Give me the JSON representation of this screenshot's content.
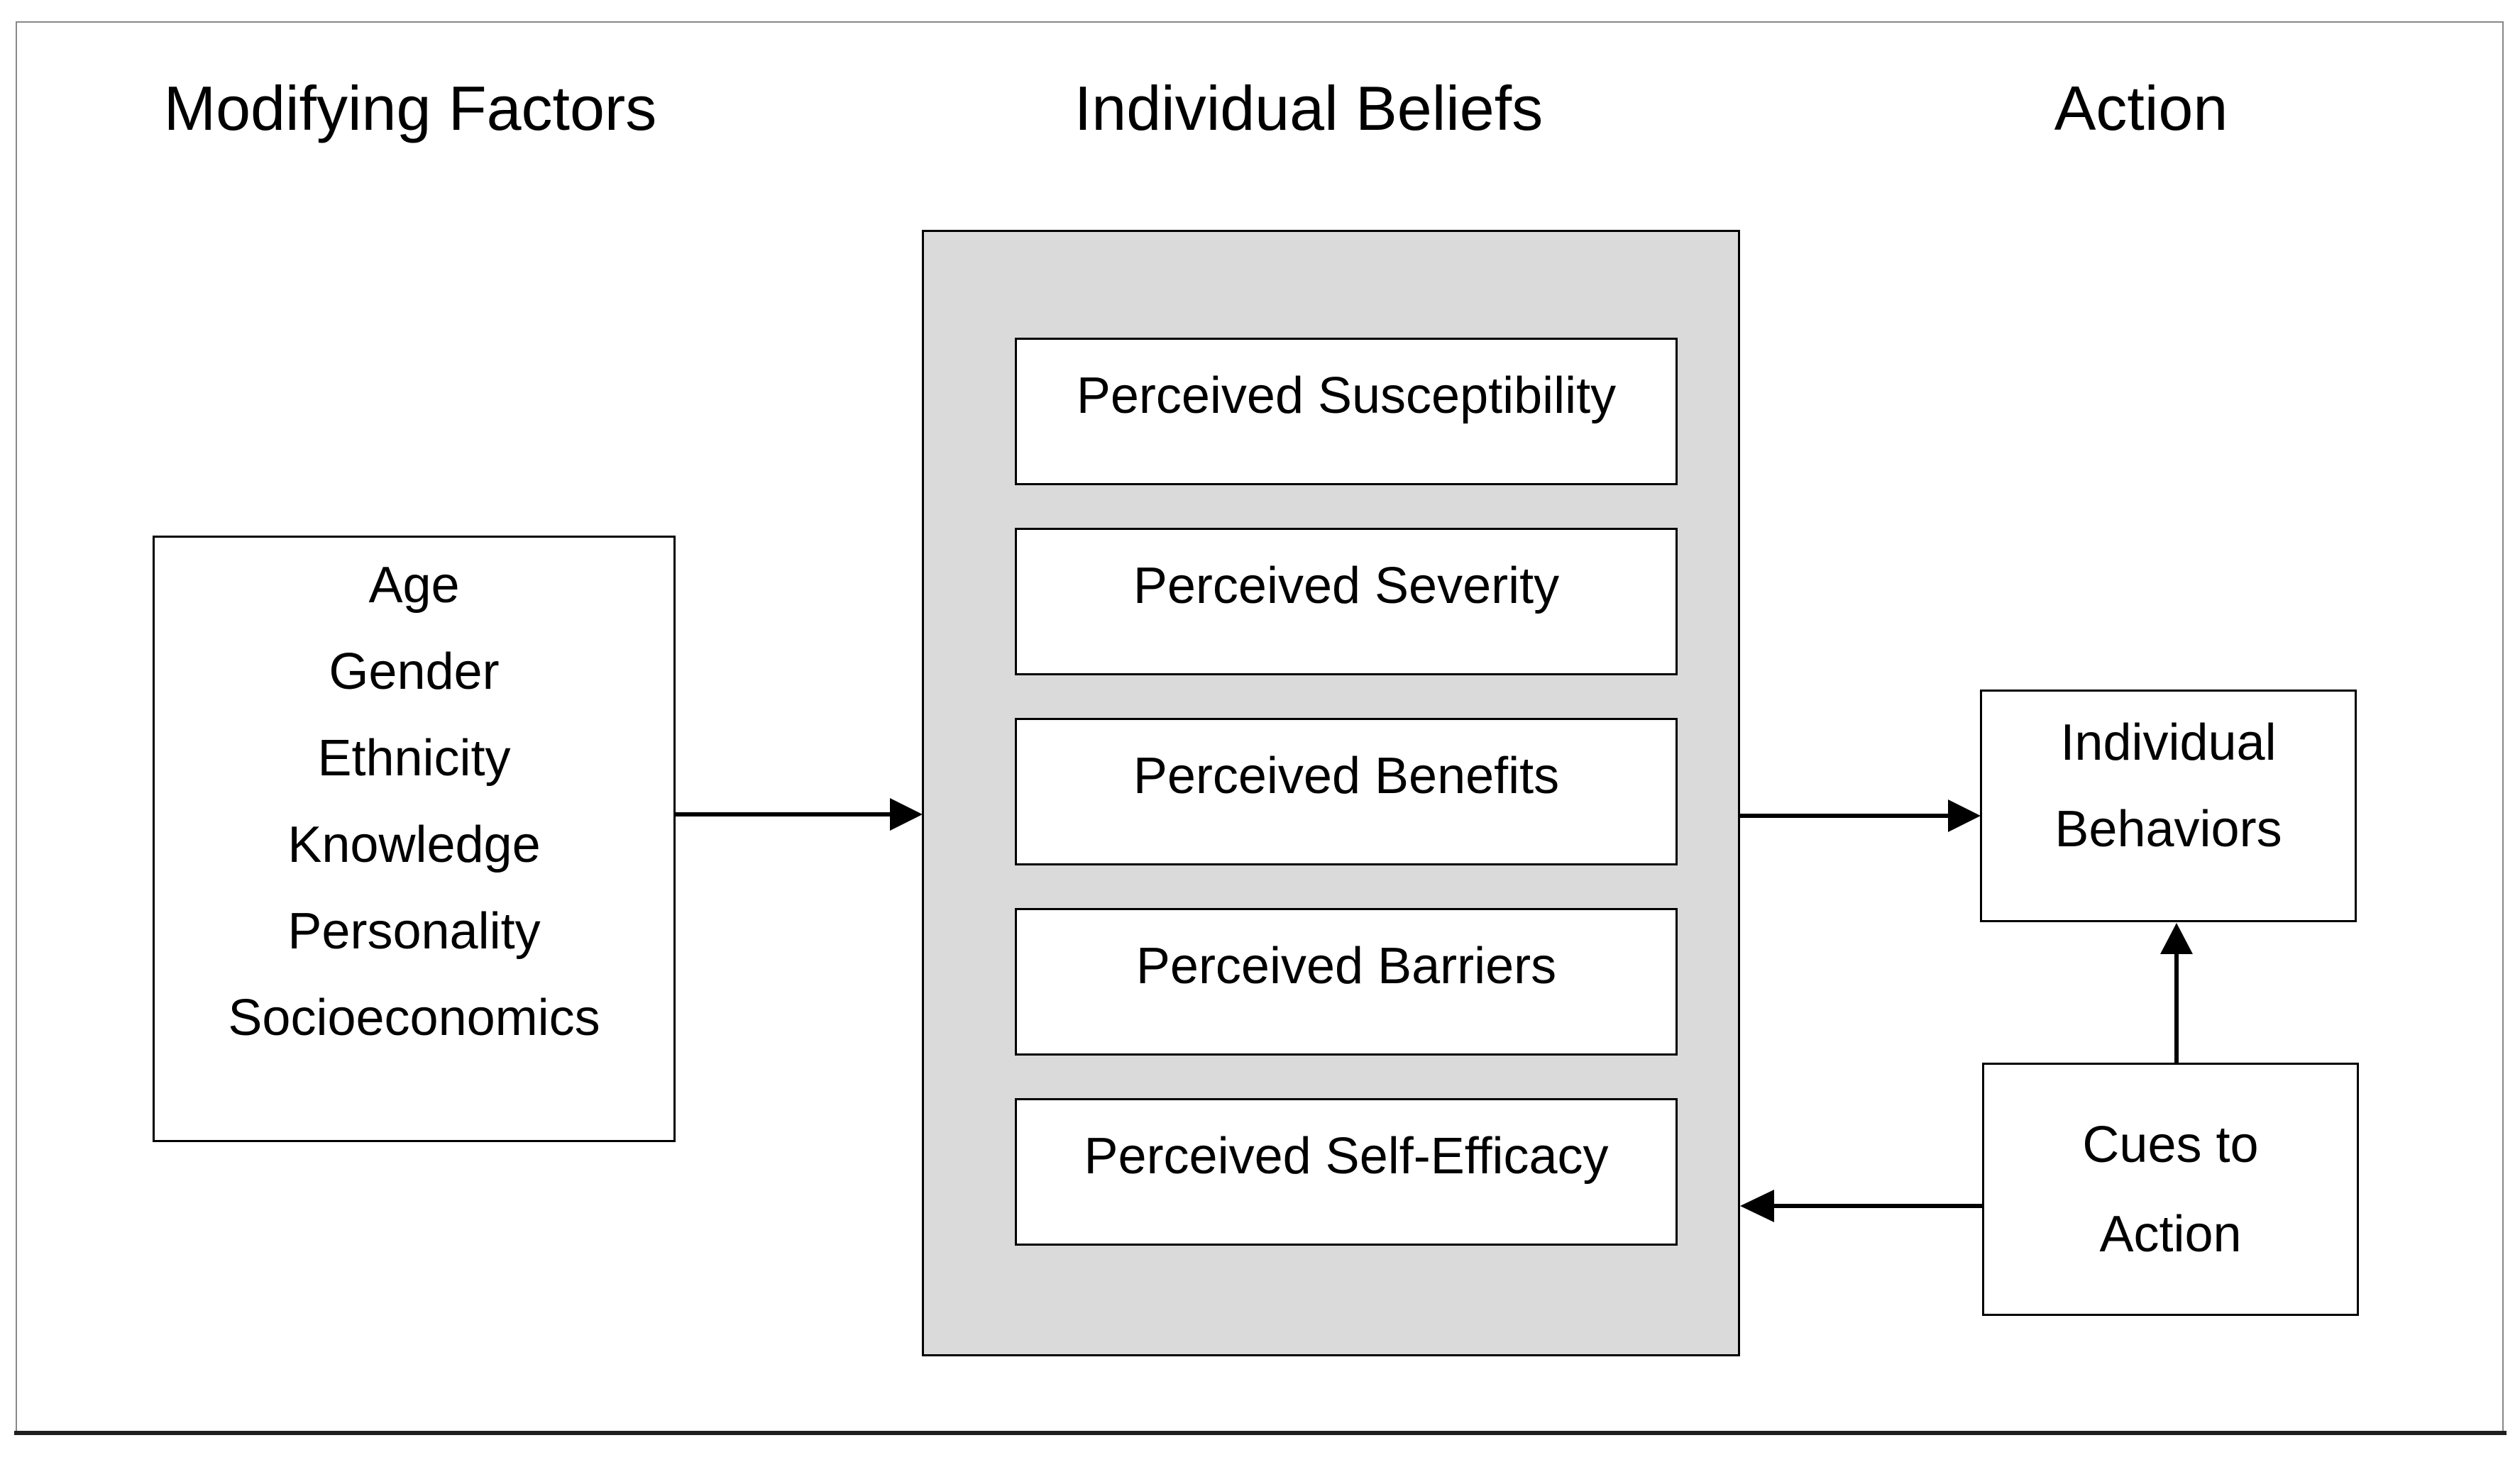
{
  "diagram": {
    "title_columns": {
      "modifying_factors": "Modifying Factors",
      "individual_beliefs": "Individual Beliefs",
      "action": "Action"
    },
    "modifying_factors": {
      "items": [
        "Age",
        "Gender",
        "Ethnicity",
        "Knowledge",
        "Personality",
        "Socioeconomics"
      ]
    },
    "individual_beliefs": {
      "boxes": [
        "Perceived Susceptibility",
        "Perceived Severity",
        "Perceived Benefits",
        "Perceived Barriers",
        "Perceived Self-Efficacy"
      ]
    },
    "action": {
      "individual_behaviors": {
        "line1": "Individual",
        "line2": "Behaviors"
      },
      "cues_to_action": {
        "line1": "Cues to",
        "line2": "Action"
      }
    },
    "colors": {
      "background": "#ffffff",
      "border": "#000000",
      "frame": "#888888",
      "beliefs_panel_fill": "#dadada",
      "box_fill": "#ffffff",
      "text": "#000000"
    }
  }
}
